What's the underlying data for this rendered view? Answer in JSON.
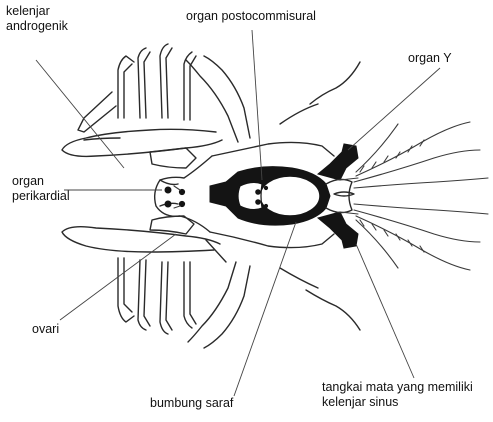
{
  "labels": {
    "kelenjar_androgenik_1": "kelenjar",
    "kelenjar_androgenik_2": "androgenik",
    "organ_postocommisural": "organ postocommisural",
    "organ_y": "organ Y",
    "organ_perikardial_1": "organ",
    "organ_perikardial_2": "perikardial",
    "ovari": "ovari",
    "bumbung_saraf": "bumbung saraf",
    "tangkai_mata_1": "tangkai mata yang memiliki",
    "tangkai_mata_2": "kelenjar sinus"
  }
}
